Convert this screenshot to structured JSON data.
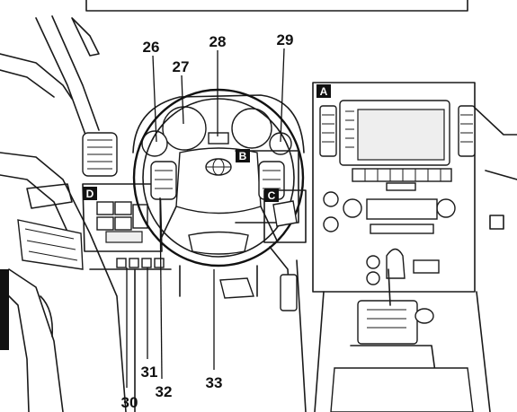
{
  "callouts": {
    "c26": "26",
    "c27": "27",
    "c28": "28",
    "c29": "29",
    "c30": "30",
    "c31": "31",
    "c32": "32",
    "c33": "33"
  },
  "area_labels": {
    "a": "A",
    "b": "B",
    "c": "C",
    "d": "D"
  },
  "colors": {
    "line": "#1a1a1a",
    "label_box": "#111111",
    "label_text": "#ffffff",
    "background": "#ffffff"
  }
}
